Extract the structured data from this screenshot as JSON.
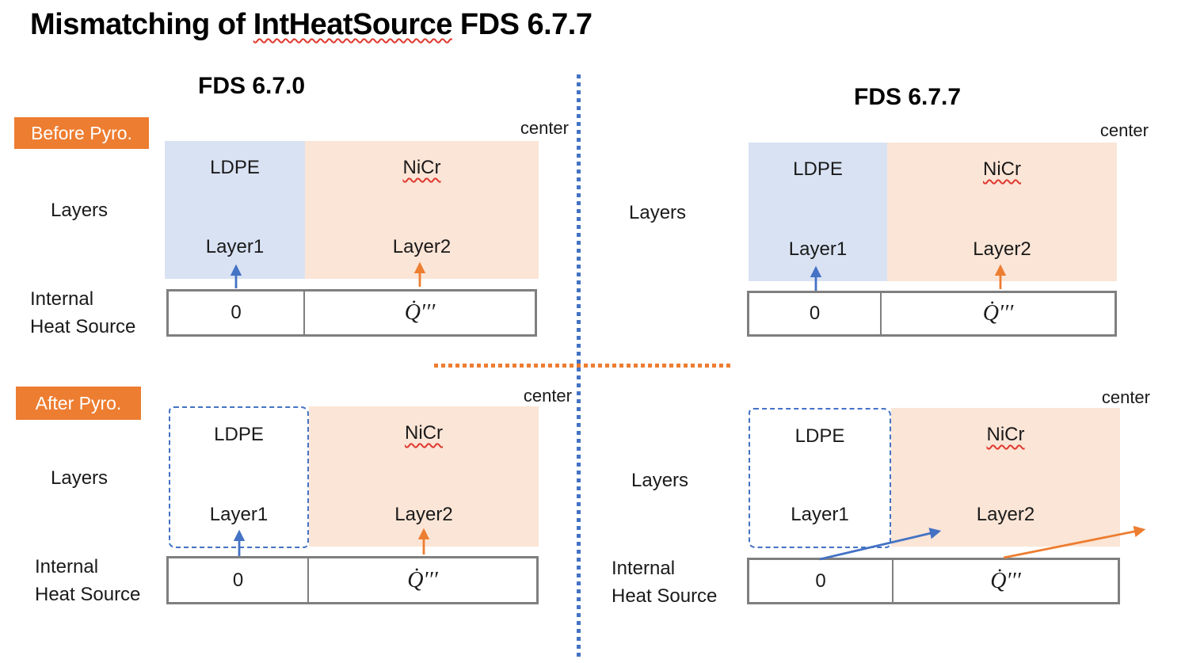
{
  "title": {
    "prefix": "Mismatching of ",
    "misspelled": "IntHeatSource",
    "suffix": " FDS 6.7.7"
  },
  "columns": {
    "left_header": "FDS 6.7.0",
    "right_header": "FDS 6.7.7"
  },
  "badges": {
    "before": "Before Pyro.",
    "after": "After Pyro."
  },
  "labels": {
    "layers": "Layers",
    "center": "center",
    "internal_line1": "Internal",
    "internal_line2": "Heat Source"
  },
  "layers": {
    "layer1_material": "LDPE",
    "layer2_material": "NiCr",
    "layer1_label": "Layer1",
    "layer2_label": "Layer2"
  },
  "heat_source": {
    "layer1_value": "0",
    "layer2_value": "Q̇′′′"
  },
  "colors": {
    "accent_blue": "#4472C4",
    "accent_orange": "#ED7D31",
    "layer1_fill": "#D9E2F3",
    "layer2_fill": "#FBE5D6",
    "border_gray": "#7F7F7F",
    "badge_orange": "#ED7D31",
    "misspell_red": "#E0392F"
  }
}
